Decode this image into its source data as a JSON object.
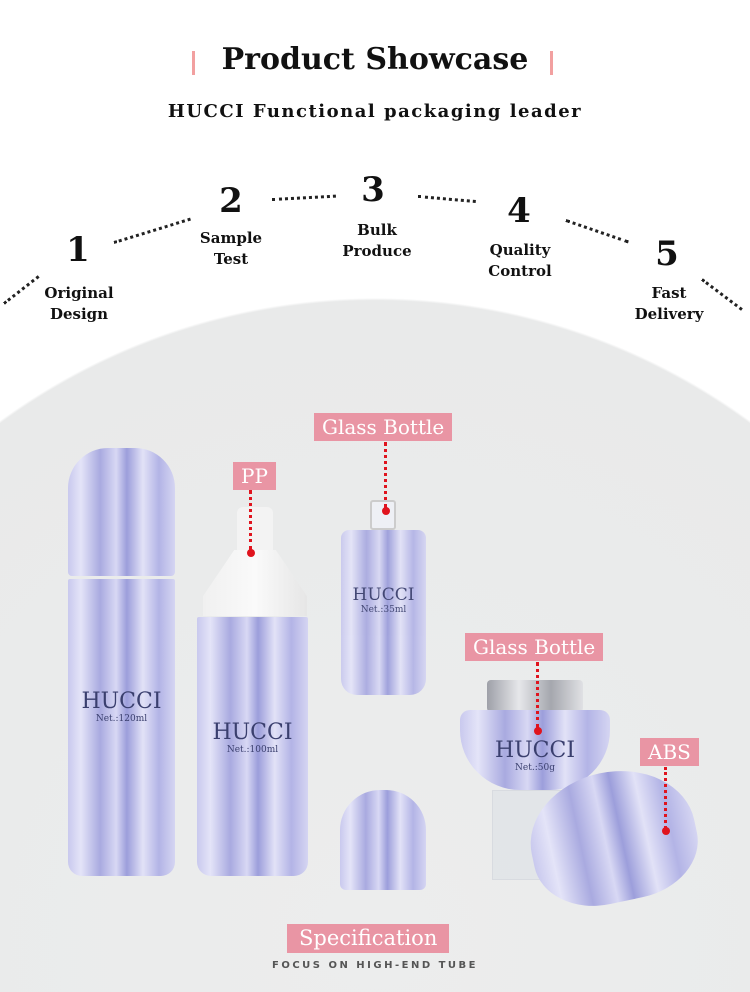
{
  "header": {
    "title": "Product Showcase",
    "subtitle": "HUCCI Functional packaging leader"
  },
  "steps": [
    {
      "number": "1",
      "line1": "Original",
      "line2": "Design"
    },
    {
      "number": "2",
      "line1": "Sample",
      "line2": "Test"
    },
    {
      "number": "3",
      "line1": "Bulk",
      "line2": "Produce"
    },
    {
      "number": "4",
      "line1": "Quality",
      "line2": "Control"
    },
    {
      "number": "5",
      "line1": "Fast",
      "line2": "Delivery"
    }
  ],
  "products": [
    {
      "brand": "HUCCI",
      "net": "Net.:120ml"
    },
    {
      "brand": "HUCCI",
      "net": "Net.:100ml"
    },
    {
      "brand": "HUCCI",
      "net": "Net.:35ml"
    },
    {
      "brand": "HUCCI",
      "net": "Net.:50g"
    }
  ],
  "tags": {
    "glass1": "Glass Bottle",
    "pp": "PP",
    "glass2": "Glass Bottle",
    "abs": "ABS"
  },
  "footer": {
    "heading": "Specification",
    "tagline": "FOCUS ON HIGH-END TUBE"
  },
  "colors": {
    "accent": "#e995a4",
    "dot": "#e0141e",
    "bottle": "#b3b4e6"
  }
}
